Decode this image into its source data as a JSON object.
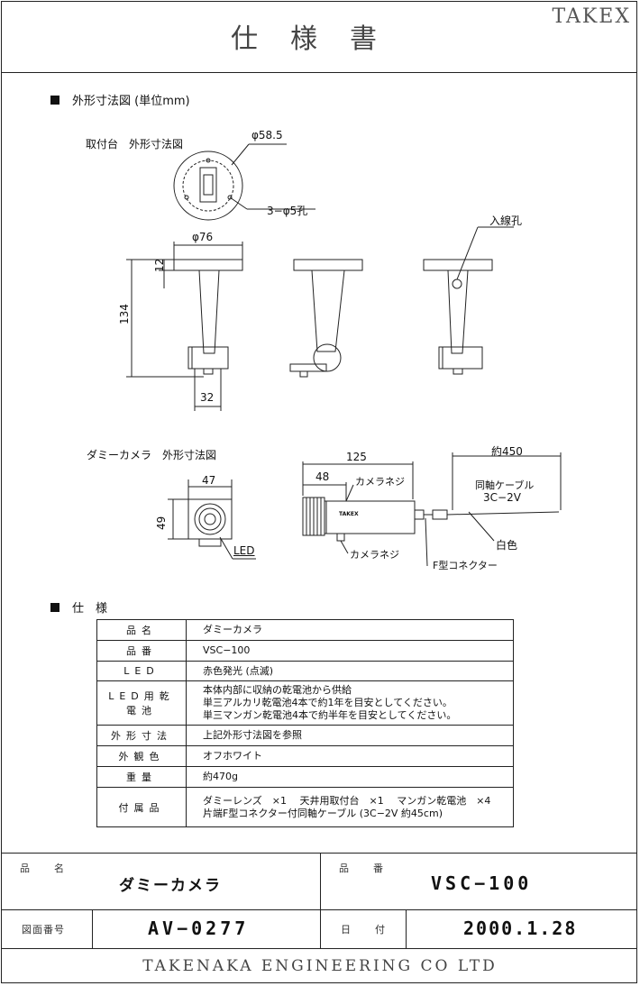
{
  "header": {
    "title": "仕様書",
    "brand": "TAKEX"
  },
  "section1": {
    "title": "外形寸法図 (単位mm)"
  },
  "mount": {
    "caption": "取付台　外形寸法図",
    "dims": {
      "phi585": "φ58.5",
      "holes": "3−φ5孔",
      "phi76": "φ76",
      "d12": "12",
      "d134": "134",
      "d32": "32",
      "inlet": "入線孔"
    }
  },
  "camera": {
    "caption": "ダミーカメラ　外形寸法図",
    "dims": {
      "d47": "47",
      "d49": "49",
      "d125": "125",
      "d48": "48",
      "d450": "約450"
    },
    "labels": {
      "led": "LED",
      "screw1": "カメラネジ",
      "screw2": "カメラネジ",
      "cable": "同軸ケーブル",
      "cable_type": "3C−2V",
      "white": "白色",
      "connector": "F型コネクター",
      "body_brand": "TAKEX"
    }
  },
  "section2": {
    "title": "仕　様"
  },
  "spec": {
    "rows": [
      {
        "k": "品名",
        "v": [
          "ダミーカメラ"
        ]
      },
      {
        "k": "品番",
        "v": [
          "VSC−100"
        ]
      },
      {
        "k": "LED",
        "v": [
          "赤色発光 (点滅)"
        ]
      },
      {
        "k": "LED用乾電池",
        "v": [
          "本体内部に収納の乾電池から供給",
          "単三アルカリ乾電池4本で約1年を目安としてください。",
          "単三マンガン乾電池4本で約半年を目安としてください。"
        ]
      },
      {
        "k": "外形寸法",
        "v": [
          "上記外形寸法図を参照"
        ]
      },
      {
        "k": "外観色",
        "v": [
          "オフホワイト"
        ]
      },
      {
        "k": "重量",
        "v": [
          "約470g"
        ]
      },
      {
        "k": "付属品",
        "v": [
          "ダミーレンズ　×1　 天井用取付台　×1　 マンガン乾電池　×4",
          "片端F型コネクター付同軸ケーブル (3C−2V 約45cm)"
        ]
      }
    ]
  },
  "titleblock": {
    "name_label": "品　名",
    "name_value": "ダミーカメラ",
    "code_label": "品　番",
    "code_value": "VSC−100",
    "drawing_label": "図面番号",
    "drawing_value": "AV−0277",
    "date_label": "日　付",
    "date_value": "2000.1.28"
  },
  "footer": {
    "company": "TAKENAKA ENGINEERING CO LTD"
  }
}
